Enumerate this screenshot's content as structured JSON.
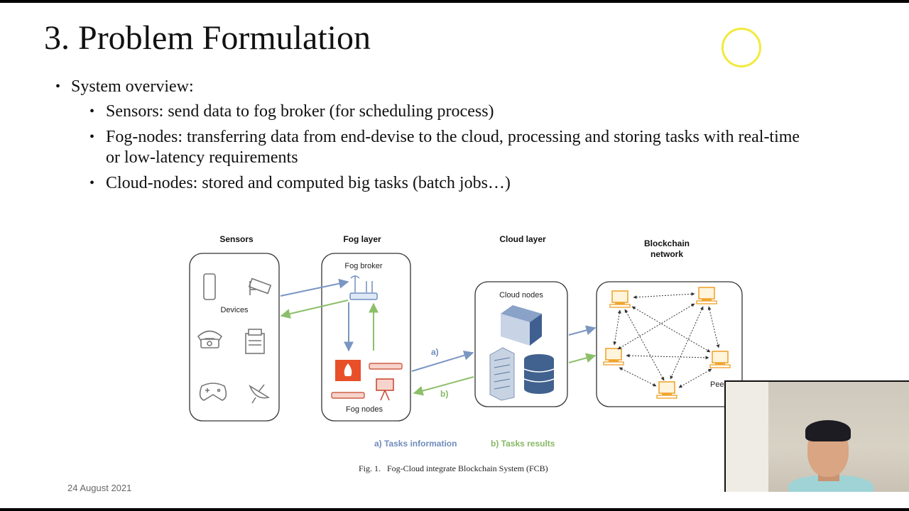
{
  "slide": {
    "title": "3. Problem Formulation",
    "bullet": "System overview:",
    "subbullets": [
      "Sensors: send data to fog broker (for scheduling process)",
      "Fog-nodes: transferring data from end-devise to the cloud, processing and storing tasks with real-time or low-latency requirements",
      "Cloud-nodes: stored and computed big tasks (batch jobs…)"
    ],
    "date": "24 August 2021"
  },
  "figure": {
    "col_sensors": "Sensors",
    "col_fog": "Fog layer",
    "col_cloud": "Cloud layer",
    "col_blockchain_1": "Blockchain",
    "col_blockchain_2": "network",
    "devices": "Devices",
    "fog_broker": "Fog broker",
    "fog_nodes": "Fog nodes",
    "cloud_nodes": "Cloud nodes",
    "peers": "Peers",
    "arrow_a": "a)",
    "arrow_b": "b)",
    "legend_a": "a) Tasks information",
    "legend_b": "b) Tasks results",
    "caption": "Fig. 1.   Fog-Cloud integrate Blockchain System (FCB)",
    "colors": {
      "info_arrow": "#7a96c2",
      "result_arrow": "#8cbf6a",
      "peer": "#f0a530",
      "fire": "#e8502a"
    }
  },
  "overlay": {
    "webcam_label": "webcam-presenter",
    "pointer_color": "#f2ea3c"
  }
}
